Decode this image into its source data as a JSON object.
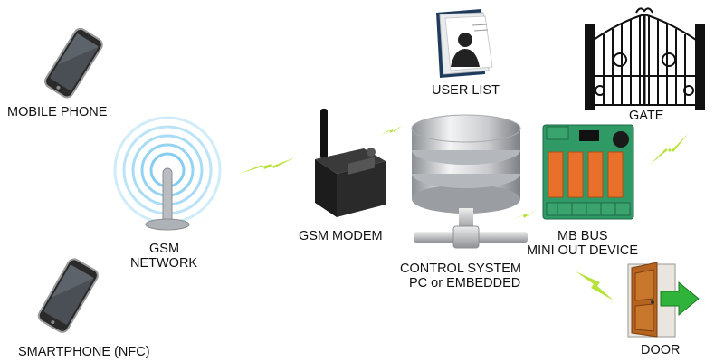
{
  "labels": {
    "mobile_phone": "MOBILE PHONE",
    "smartphone": "SMARTPHONE (NFC)",
    "gsm_network_line1": "GSM",
    "gsm_network_line2": "NETWORK",
    "gsm_modem": "GSM MODEM",
    "user_list": "USER LIST",
    "control_line1": "CONTROL SYSTEM",
    "control_line2": "PC or EMBEDDED",
    "gate": "GATE",
    "mb_line1": "MB BUS",
    "mb_line2": "MINI OUT DEVICE",
    "door": "DOOR"
  },
  "icons": {
    "mobile_phone": "mobile-phone-icon",
    "smartphone": "smartphone-icon",
    "gsm_network": "gsm-antenna-icon",
    "gsm_modem": "gsm-modem-icon",
    "user_list": "user-folder-icon",
    "control_system": "database-server-icon",
    "gate": "iron-gate-icon",
    "mb_bus": "relay-board-icon",
    "door": "door-icon",
    "wireless": "lightning-bolt-icon"
  },
  "colors": {
    "bolt": "#b6e23a",
    "wifi": "#79c8ef",
    "door_arrow": "#2fb33a",
    "relay": "#e8702a",
    "pcb": "#2f9a66"
  }
}
